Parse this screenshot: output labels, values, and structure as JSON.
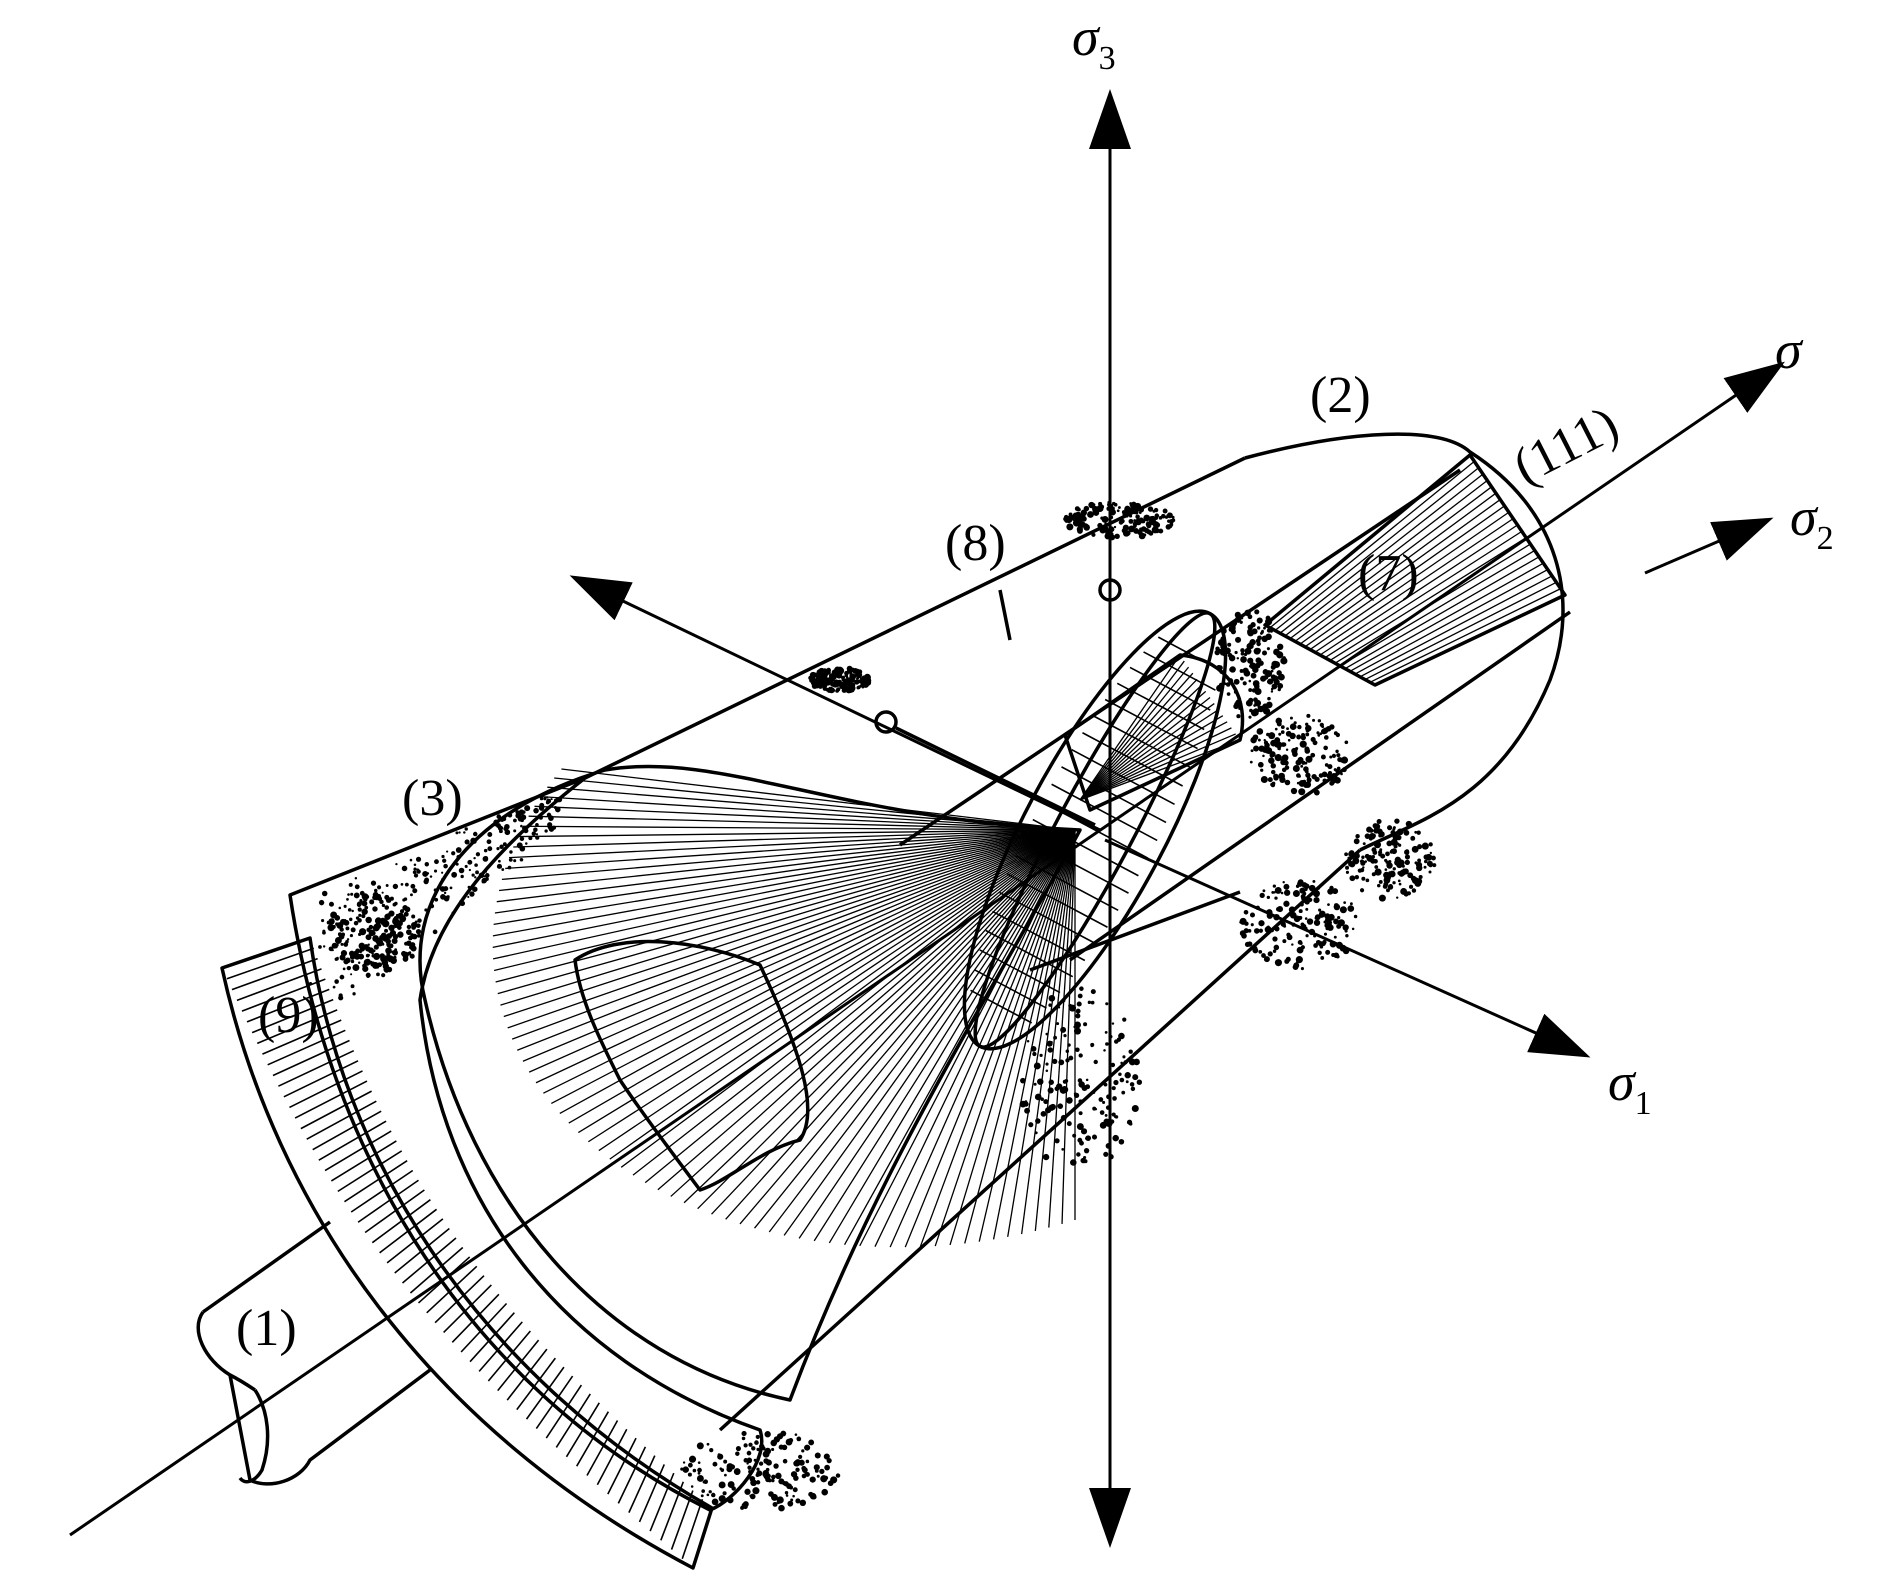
{
  "diagram": {
    "axes": {
      "sigma3": {
        "symbol": "σ",
        "subscript": "3"
      },
      "sigma": {
        "symbol": "σ",
        "subscript": ""
      },
      "sigma2": {
        "symbol": "σ",
        "subscript": "2"
      },
      "sigma1": {
        "symbol": "σ",
        "subscript": "1"
      }
    },
    "labels": {
      "l1": "(1)",
      "l2": "(2)",
      "l3": "(3)",
      "l7": "(7)",
      "l8": "(8)",
      "l9": "(9)",
      "l111": "(111)"
    }
  }
}
